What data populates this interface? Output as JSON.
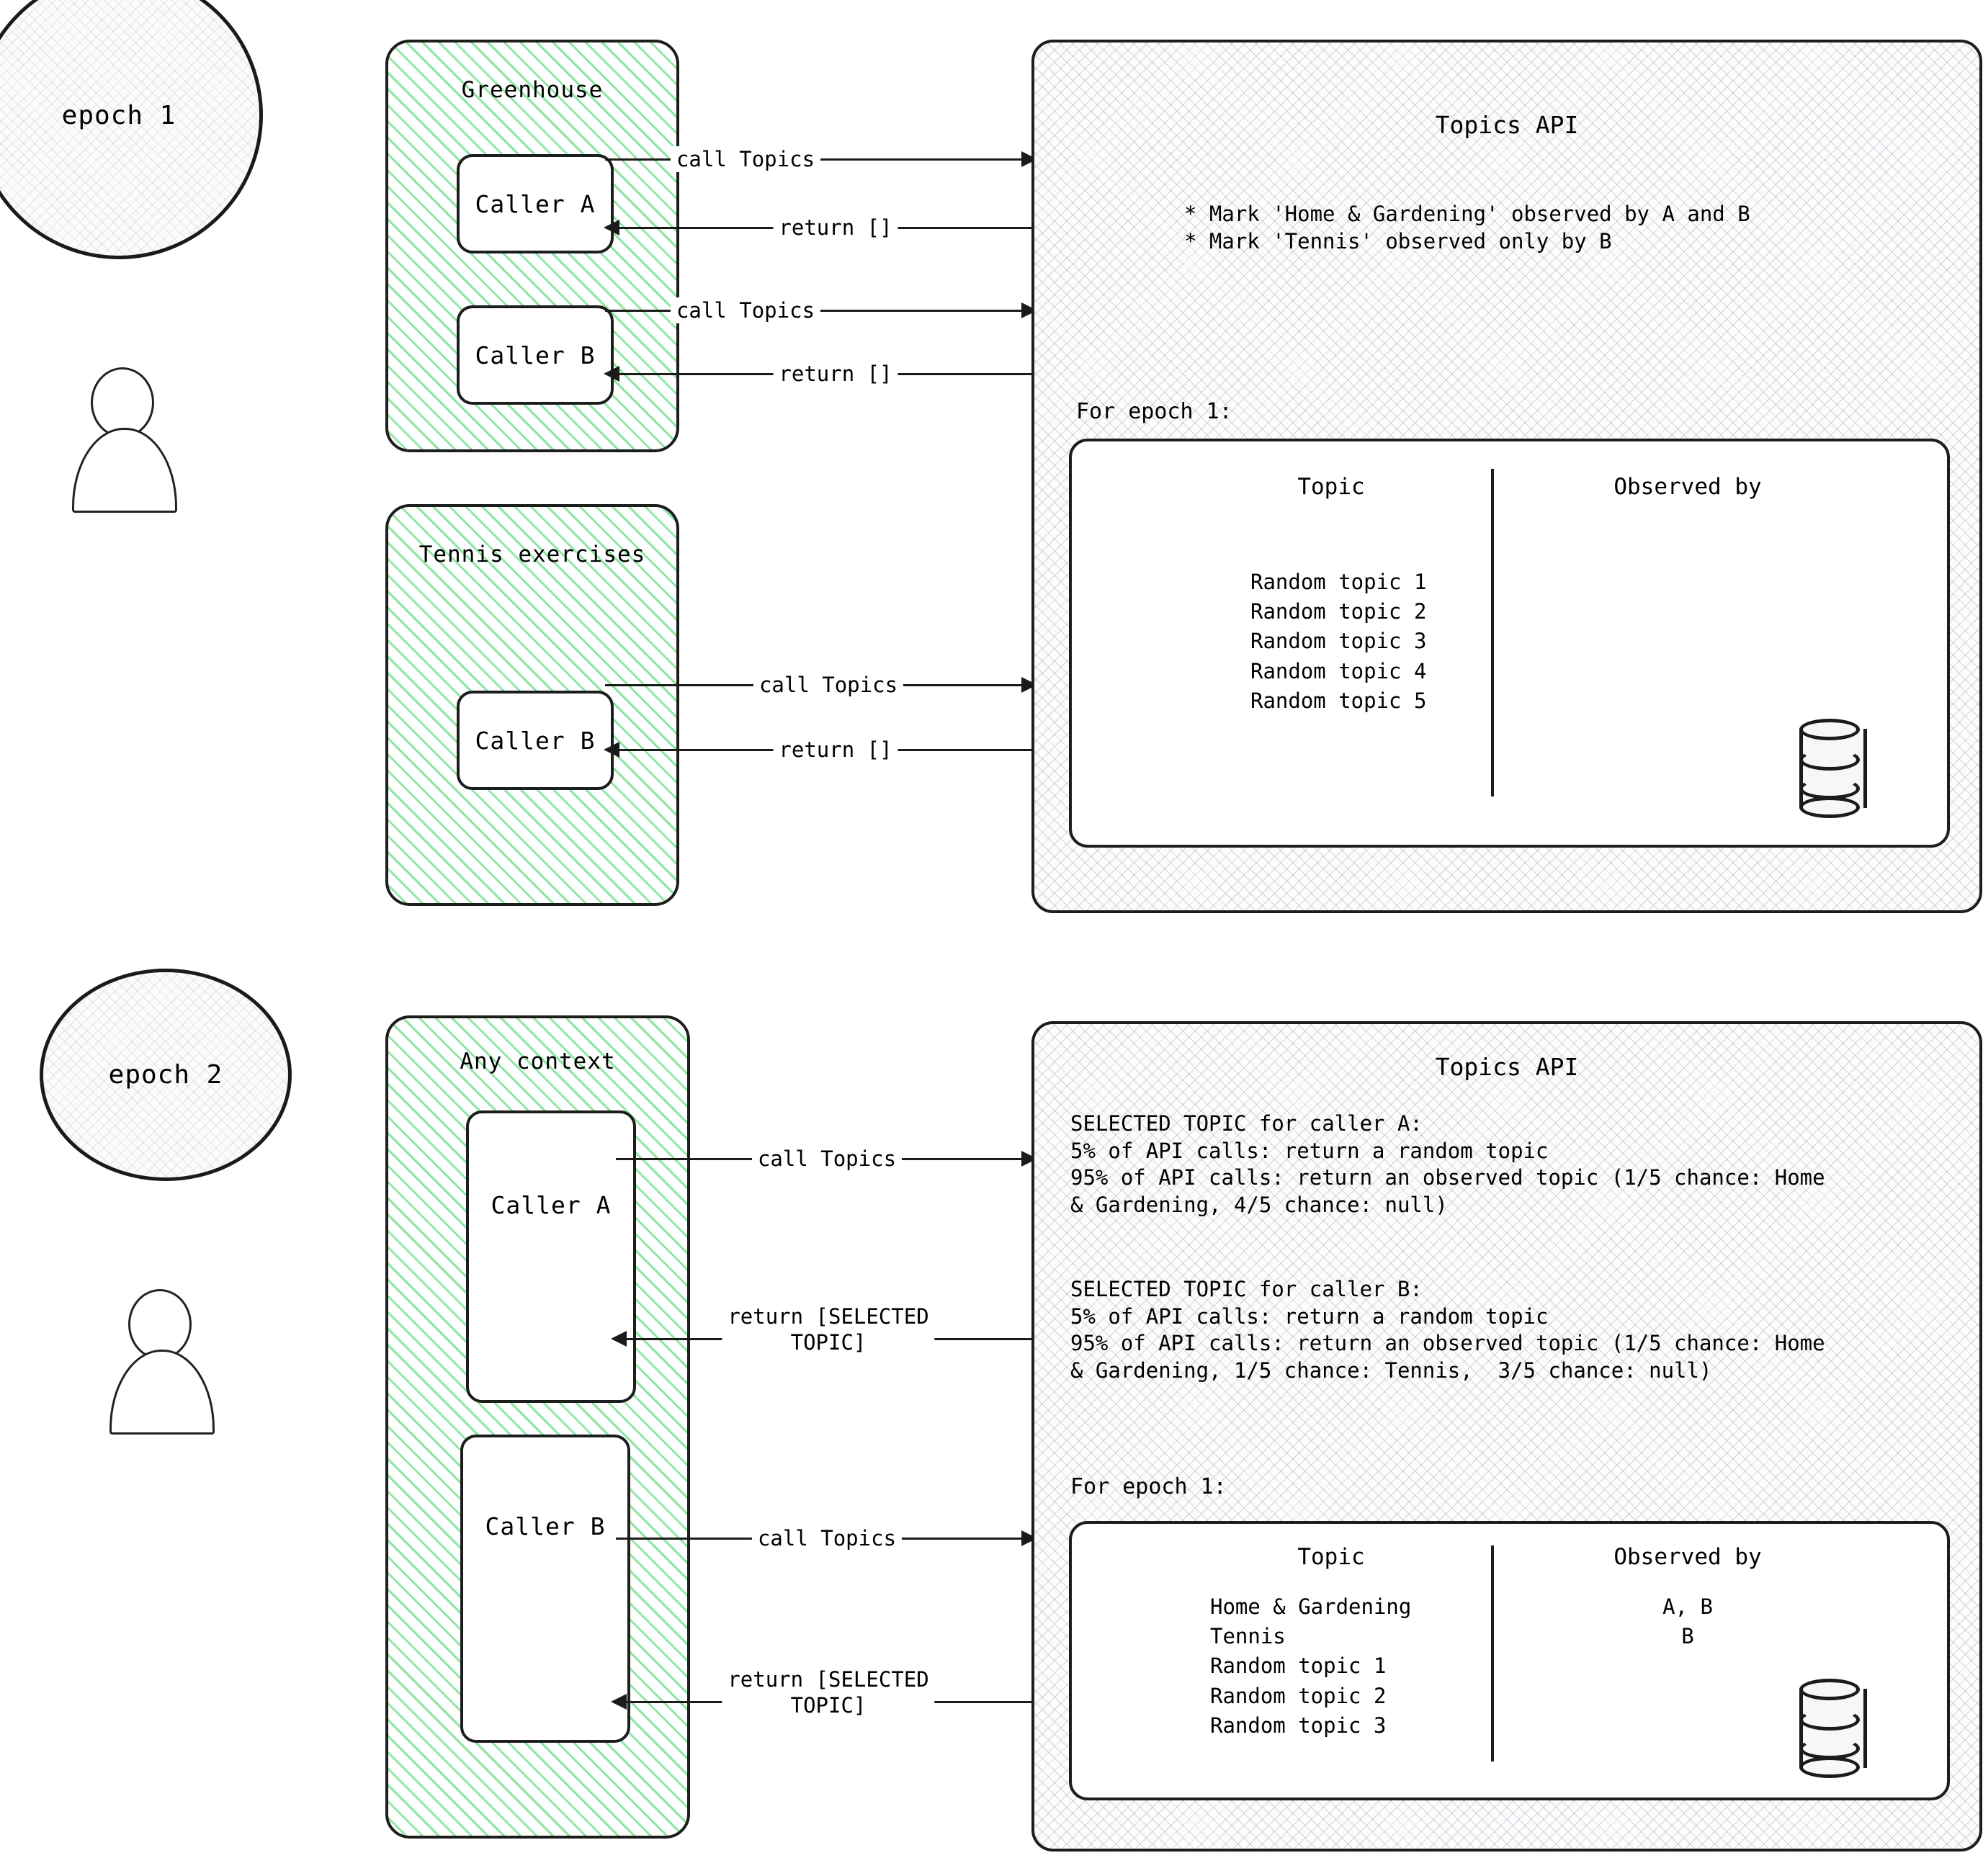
{
  "diagram": {
    "title": "Topics API epochs diagram",
    "accent_green": "#8ee6a4",
    "ink": "#1b1b1b"
  },
  "epoch1": {
    "bubble_label": "epoch 1",
    "context": {
      "title": "Greenhouse",
      "callers": [
        {
          "label": "Caller A"
        },
        {
          "label": "Caller B"
        }
      ]
    },
    "context2": {
      "title": "Tennis exercises",
      "callers": [
        {
          "label": "Caller B"
        }
      ]
    },
    "arrows": [
      {
        "label": "call Topics",
        "direction": "right"
      },
      {
        "label": "return []",
        "direction": "left"
      },
      {
        "label": "call Topics",
        "direction": "right"
      },
      {
        "label": "return []",
        "direction": "left"
      },
      {
        "label": "call Topics",
        "direction": "right"
      },
      {
        "label": "return []",
        "direction": "left"
      }
    ],
    "api": {
      "title": "Topics API",
      "bullets": "* Mark 'Home & Gardening' observed by A and B\n* Mark 'Tennis' observed only by B",
      "note": "For epoch 1:",
      "table": {
        "headers": [
          "Topic",
          "Observed by"
        ],
        "topics": "Random topic 1\nRandom topic 2\nRandom topic 3\nRandom topic 4\nRandom topic 5",
        "observed_by": "",
        "rows": [
          {
            "topic": "Random topic 1",
            "observed_by": ""
          },
          {
            "topic": "Random topic 2",
            "observed_by": ""
          },
          {
            "topic": "Random topic 3",
            "observed_by": ""
          },
          {
            "topic": "Random topic 4",
            "observed_by": ""
          },
          {
            "topic": "Random topic 5",
            "observed_by": ""
          }
        ]
      },
      "storage_icon": "database-cylinder-icon"
    }
  },
  "epoch2": {
    "bubble_label": "epoch 2",
    "context": {
      "title": "Any context",
      "callers": [
        {
          "label": "Caller A"
        },
        {
          "label": "Caller B"
        }
      ]
    },
    "arrows": [
      {
        "label": "call Topics",
        "direction": "right"
      },
      {
        "label": "return [SELECTED\nTOPIC]",
        "direction": "left"
      },
      {
        "label": "call Topics",
        "direction": "right"
      },
      {
        "label": "return [SELECTED\nTOPIC]",
        "direction": "left"
      }
    ],
    "api": {
      "title": "Topics API",
      "caller_a_block": "SELECTED TOPIC for caller A:\n5% of API calls: return a random topic\n95% of API calls: return an observed topic (1/5 chance: Home\n& Gardening, 4/5 chance: null)",
      "caller_b_block": "SELECTED TOPIC for caller B:\n5% of API calls: return a random topic\n95% of API calls: return an observed topic (1/5 chance: Home\n& Gardening, 1/5 chance: Tennis,  3/5 chance: null)",
      "note": "For epoch 1:",
      "table": {
        "headers": [
          "Topic",
          "Observed by"
        ],
        "topics": "Home & Gardening\nTennis\nRandom topic 1\nRandom topic 2\nRandom topic 3",
        "observed_by": "A, B\nB",
        "rows": [
          {
            "topic": "Home & Gardening",
            "observed_by": "A, B"
          },
          {
            "topic": "Tennis",
            "observed_by": "B"
          },
          {
            "topic": "Random topic 1",
            "observed_by": ""
          },
          {
            "topic": "Random topic 2",
            "observed_by": ""
          },
          {
            "topic": "Random topic 3",
            "observed_by": ""
          }
        ]
      },
      "storage_icon": "database-cylinder-icon"
    }
  }
}
